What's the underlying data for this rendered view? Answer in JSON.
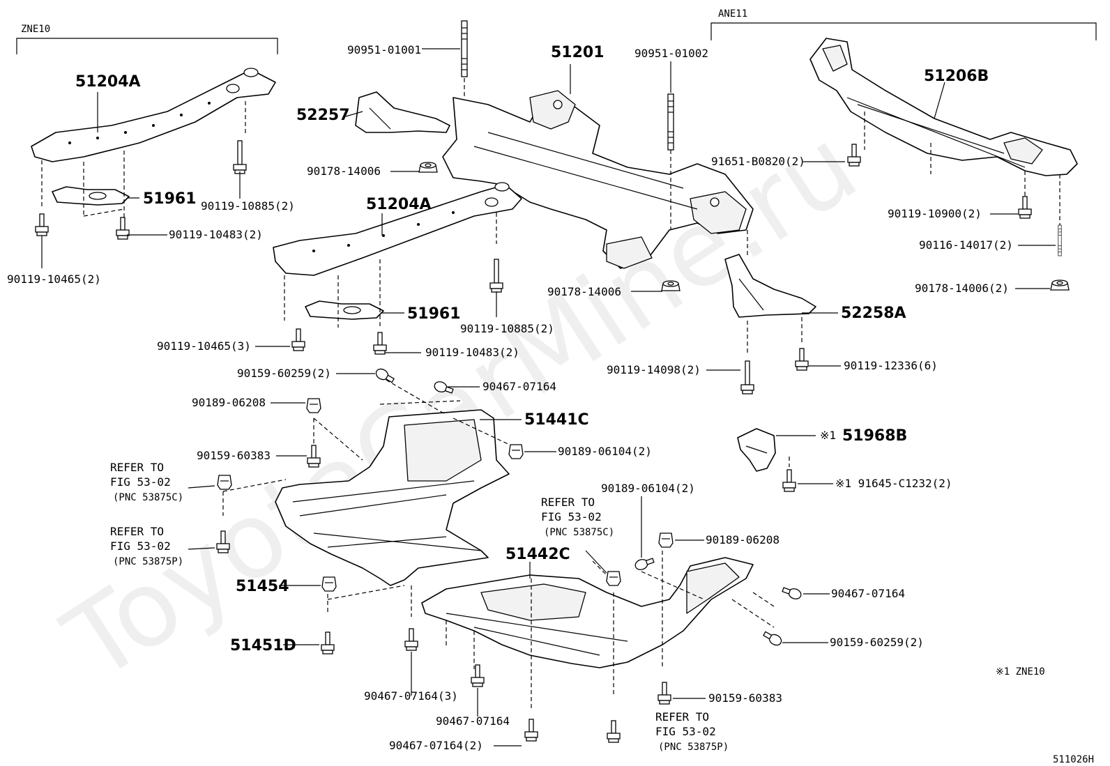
{
  "groups": {
    "zne10": "ZNE10",
    "ane11": "ANE11"
  },
  "watermark": "ToyotaCarMine.ru",
  "diagram_code": "511026H",
  "note": "※1  ZNE10",
  "labels": {
    "p90951_01001": "90951-01001",
    "p51201": "51201",
    "p90951_01002": "90951-01002",
    "p51204a_top": "51204A",
    "p52257": "52257",
    "p90178_14006_a": "90178-14006",
    "p51961_top": "51961",
    "p90119_10885_a": "90119-10885(2)",
    "p90119_10483_a": "90119-10483(2)",
    "p90119_10465_a": "90119-10465(2)",
    "p51204a_mid": "51204A",
    "p51961_mid": "51961",
    "p90119_10465_b": "90119-10465(3)",
    "p90119_10483_b": "90119-10483(2)",
    "p90119_10885_b": "90119-10885(2)",
    "p90178_14006_b": "90178-14006",
    "p51206b": "51206B",
    "p91651_b0820": "91651-B0820(2)",
    "p90119_10900": "90119-10900(2)",
    "p90116_14017": "90116-14017(2)",
    "p90178_14006_c": "90178-14006(2)",
    "p52258a": "52258A",
    "p90119_14098": "90119-14098(2)",
    "p90119_12336": "90119-12336(6)",
    "p90159_60259_a": "90159-60259(2)",
    "p90467_07164_a": "90467-07164",
    "p90189_06208_a": "90189-06208",
    "p51441c": "51441C",
    "p90189_06104_a": "90189-06104(2)",
    "p90159_60383_a": "90159-60383",
    "p51968b": "51968B",
    "p51968b_mark": "※1",
    "p91645_c1232": "※1 91645-C1232(2)",
    "p90189_06104_b": "90189-06104(2)",
    "p90189_06208_b": "90189-06208",
    "p51442c": "51442C",
    "p51454": "51454",
    "p51451d": "51451D",
    "p90467_07164_b": "90467-07164",
    "p90159_60259_b": "90159-60259(2)",
    "p90467_07164_c": "90467-07164(3)",
    "p90467_07164_d": "90467-07164",
    "p90467_07164_e": "90467-07164(2)",
    "p90159_60383_b": "90159-60383"
  },
  "refs": {
    "r1": {
      "l1": "REFER TO",
      "l2": "FIG 53-02",
      "l3": "(PNC 53875C)"
    },
    "r2": {
      "l1": "REFER TO",
      "l2": "FIG 53-02",
      "l3": "(PNC 53875P)"
    },
    "r3": {
      "l1": "REFER TO",
      "l2": "FIG 53-02",
      "l3": "(PNC 53875C)"
    },
    "r4": {
      "l1": "REFER TO",
      "l2": "FIG 53-02",
      "l3": "(PNC 53875P)"
    }
  }
}
